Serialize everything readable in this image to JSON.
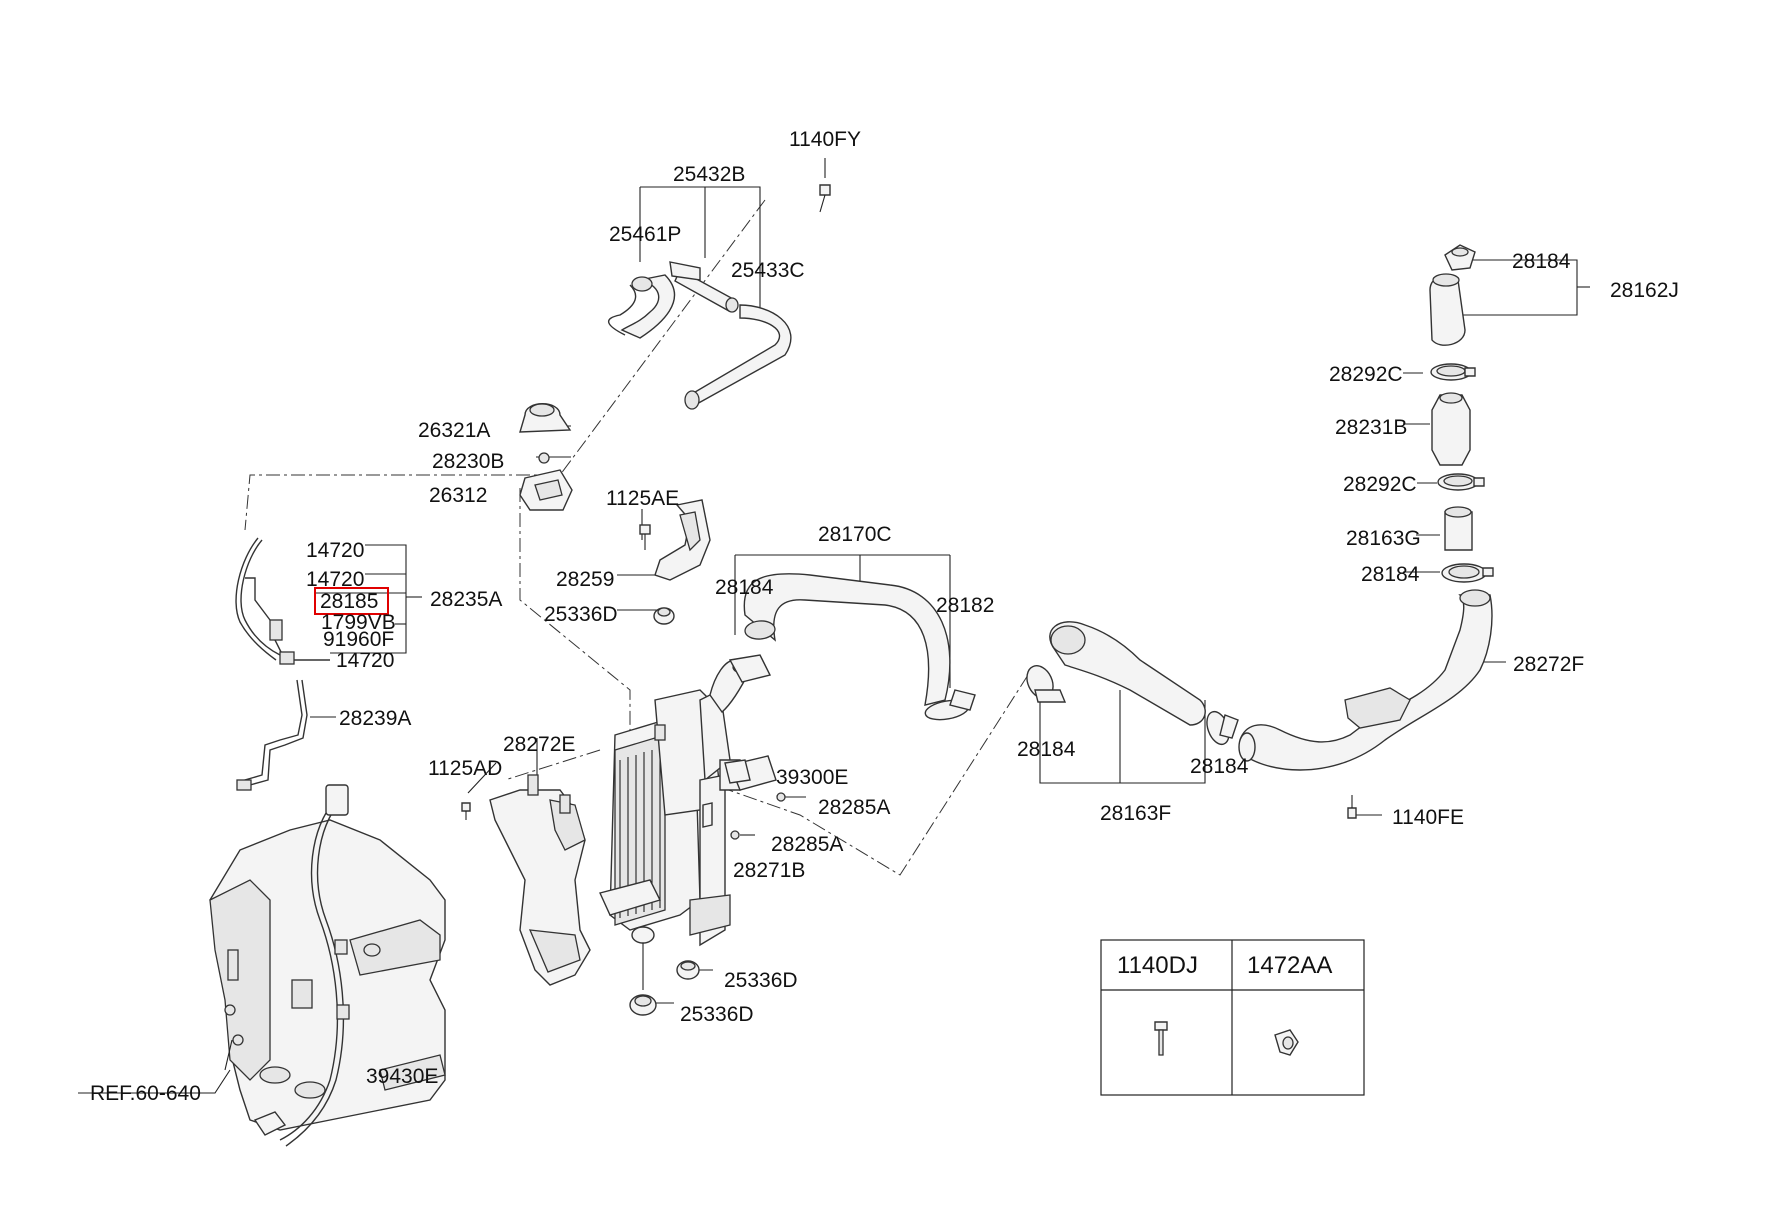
{
  "labels": {
    "p1140FY": "1140FY",
    "p25432B": "25432B",
    "p25461P": "25461P",
    "p25433C": "25433C",
    "p26321A": "26321A",
    "p28230B": "28230B",
    "p26312": "26312",
    "p1125AE": "1125AE",
    "p28259": "28259",
    "p25336D_a": "25336D",
    "p28170C": "28170C",
    "p28184_a": "28184",
    "p28182": "28182",
    "p14720_a": "14720",
    "p14720_b": "14720",
    "p28185": "28185",
    "p1799VB": "1799VB",
    "p91960F": "91960F",
    "p14720_c": "14720",
    "p28235A": "28235A",
    "p28239A": "28239A",
    "p28272E": "28272E",
    "p1125AD": "1125AD",
    "p39300E": "39300E",
    "p28285A_a": "28285A",
    "p28285A_b": "28285A",
    "p28271B": "28271B",
    "p25336D_b": "25336D",
    "p25336D_c": "25336D",
    "p39430E": "39430E",
    "pREF": "REF.60-640",
    "p28184_b": "28184",
    "p28184_c": "28184",
    "p28163F": "28163F",
    "p28184_d": "28184",
    "p28162J": "28162J",
    "p28292C_a": "28292C",
    "p28231B": "28231B",
    "p28292C_b": "28292C",
    "p28163G": "28163G",
    "p28184_e": "28184",
    "p28272F": "28272F",
    "p1140FE": "1140FE"
  },
  "legend_table": {
    "col1": "1140DJ",
    "col2": "1472AA"
  },
  "highlight_color": "#e00000"
}
